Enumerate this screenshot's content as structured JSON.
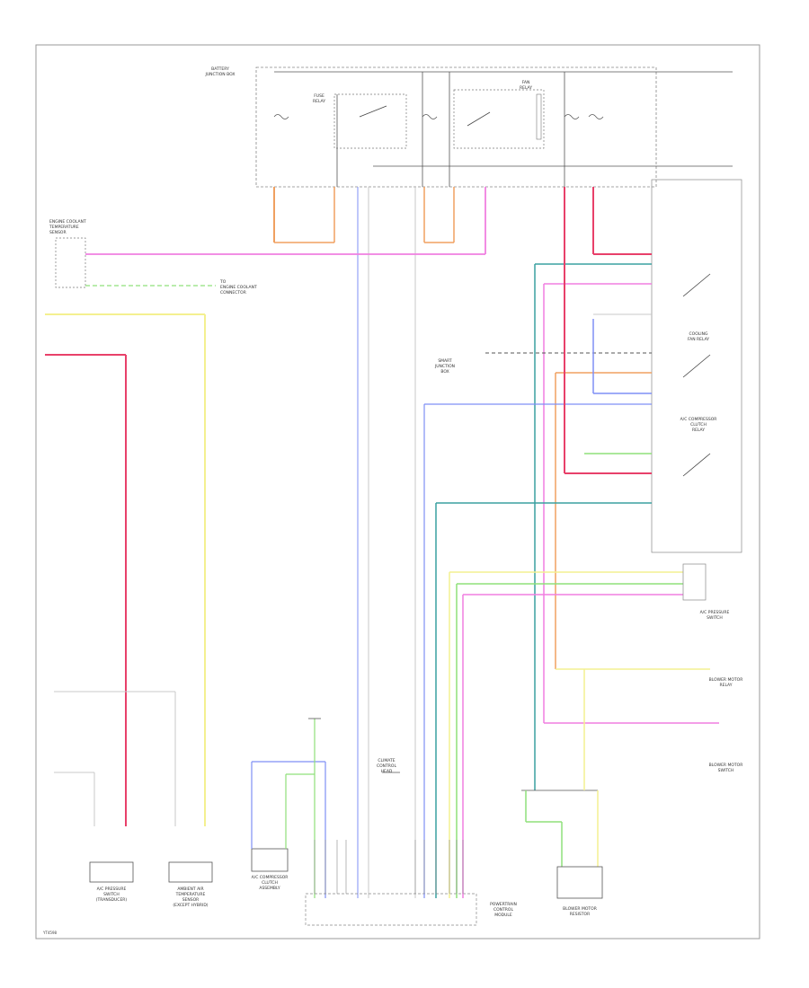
{
  "diagram": {
    "page_code": "YT4598",
    "colors": {
      "pink": "#f07fe0",
      "red": "#e8406a",
      "yellow": "#f4f090",
      "green": "#8fe07a",
      "blue": "#7f8ff5",
      "gray": "#c8c8c8",
      "orange": "#f0a060",
      "teal": "#3aa0a0",
      "black": "#333333"
    },
    "components": {
      "fuse_box": "BATTERY\nJUNCTION BOX",
      "relay_top": "FUSE\nRELAY",
      "relay_top_right": "FAN\nRELAY",
      "left_sensor": "ENGINE COOLANT\nTEMPERATURE\nSENSOR",
      "left_connector_ref": "TO\nENGINE COOLANT\nCONNECTOR",
      "bottom_left_1": "A/C PRESSURE\nSWITCH\n(TRANSDUCER)",
      "bottom_left_2": "AMBIENT AIR\nTEMPERATURE\nSENSOR\n(EXCEPT HYBRID)",
      "bottom_mid": "A/C COMPRESSOR\nCLUTCH\nASSEMBLY",
      "bottom_center": "POWERTRAIN\nCONTROL\nMODULE",
      "bottom_right": "BLOWER MOTOR\nRESISTOR",
      "right_relay_1": "COOLING\nFAN RELAY",
      "right_relay_2": "A/C COMPRESSOR\nCLUTCH\nRELAY",
      "right_connector": "A/C PRESSURE\nSWITCH",
      "right_ref_1": "BLOWER MOTOR\nRELAY",
      "right_ref_2": "BLOWER MOTOR\nSWITCH",
      "mid_ref": "SMART\nJUNCTION\nBOX",
      "mid_ref_2": "CLIMATE\nCONTROL\nHEAD"
    }
  }
}
